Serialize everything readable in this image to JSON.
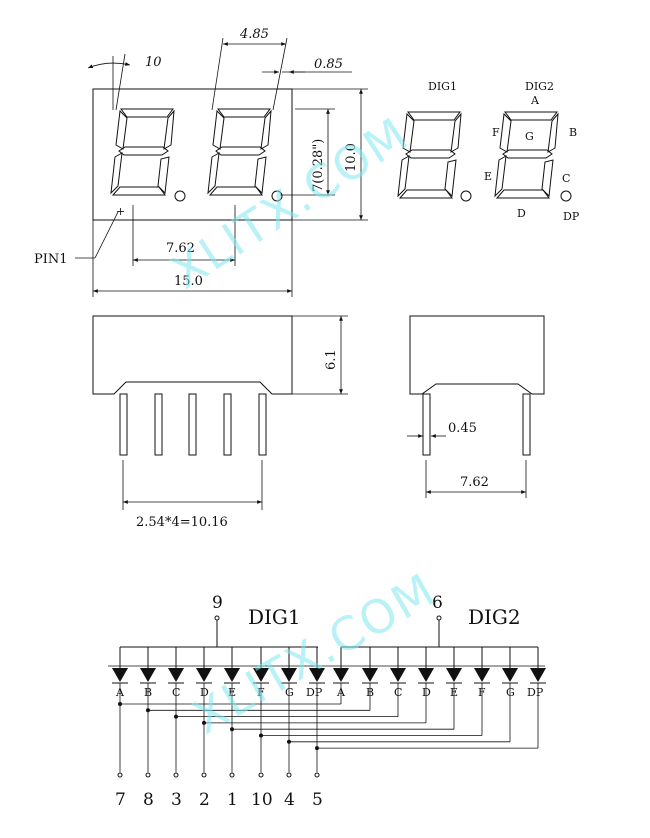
{
  "watermark": "XLITX.COM",
  "dimensions": {
    "digit_pitch": "4.85",
    "slant_angle": "10",
    "segment_width": "0.85",
    "char_height": "7(0.28\")",
    "body_height": "10.0",
    "row_spacing": "7.62",
    "body_width": "15.0",
    "side_height": "6.1",
    "pin_dia": "0.45",
    "side_spacing": "7.62",
    "pin_pitch": "2.54*4=10.16"
  },
  "labels": {
    "pin1": "PIN1",
    "dig1": "DIG1",
    "dig2": "DIG2",
    "segments": {
      "A": "A",
      "B": "B",
      "C": "C",
      "D": "D",
      "E": "E",
      "F": "F",
      "G": "G",
      "DP": "DP"
    }
  },
  "schematic": {
    "dig1_title": "DIG1",
    "dig2_title": "DIG2",
    "dig1_common_pin": "9",
    "dig2_common_pin": "6",
    "segment_labels": [
      "A",
      "B",
      "C",
      "D",
      "E",
      "F",
      "G",
      "DP"
    ],
    "bottom_pins": [
      "7",
      "8",
      "3",
      "2",
      "1",
      "10",
      "4",
      "5"
    ]
  }
}
